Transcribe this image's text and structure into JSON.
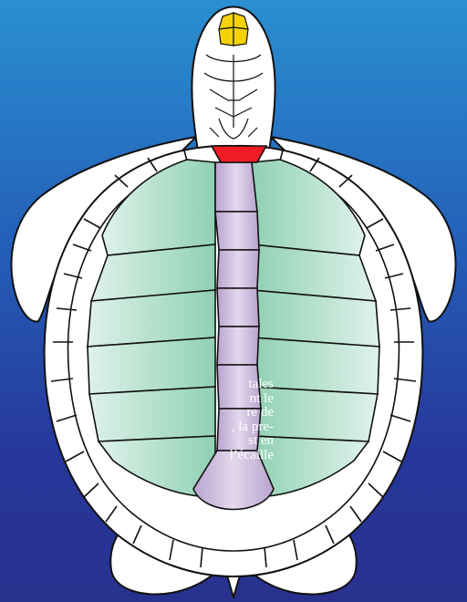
{
  "caption_lines": [
    "tales",
    "nt le",
    "re de",
    ", la pre-",
    "st en",
    "l’écaille"
  ],
  "colors": {
    "background_top": "#2a8fd0",
    "background_bottom": "#28318e",
    "body_fill": "#ffffff",
    "outline": "#111111",
    "costal_scutes_light": "#dff2ea",
    "costal_scutes_dark": "#8fd0b4",
    "vertebral_scutes_light": "#e3d8ec",
    "vertebral_scutes_dark": "#b9a3cf",
    "nuchal_scute": "#ee1c24",
    "head_scales": "#f5d20a"
  },
  "highlighted_regions": [
    "head-scales",
    "nuchal-scute",
    "vertebral-scutes",
    "costal-scutes"
  ]
}
